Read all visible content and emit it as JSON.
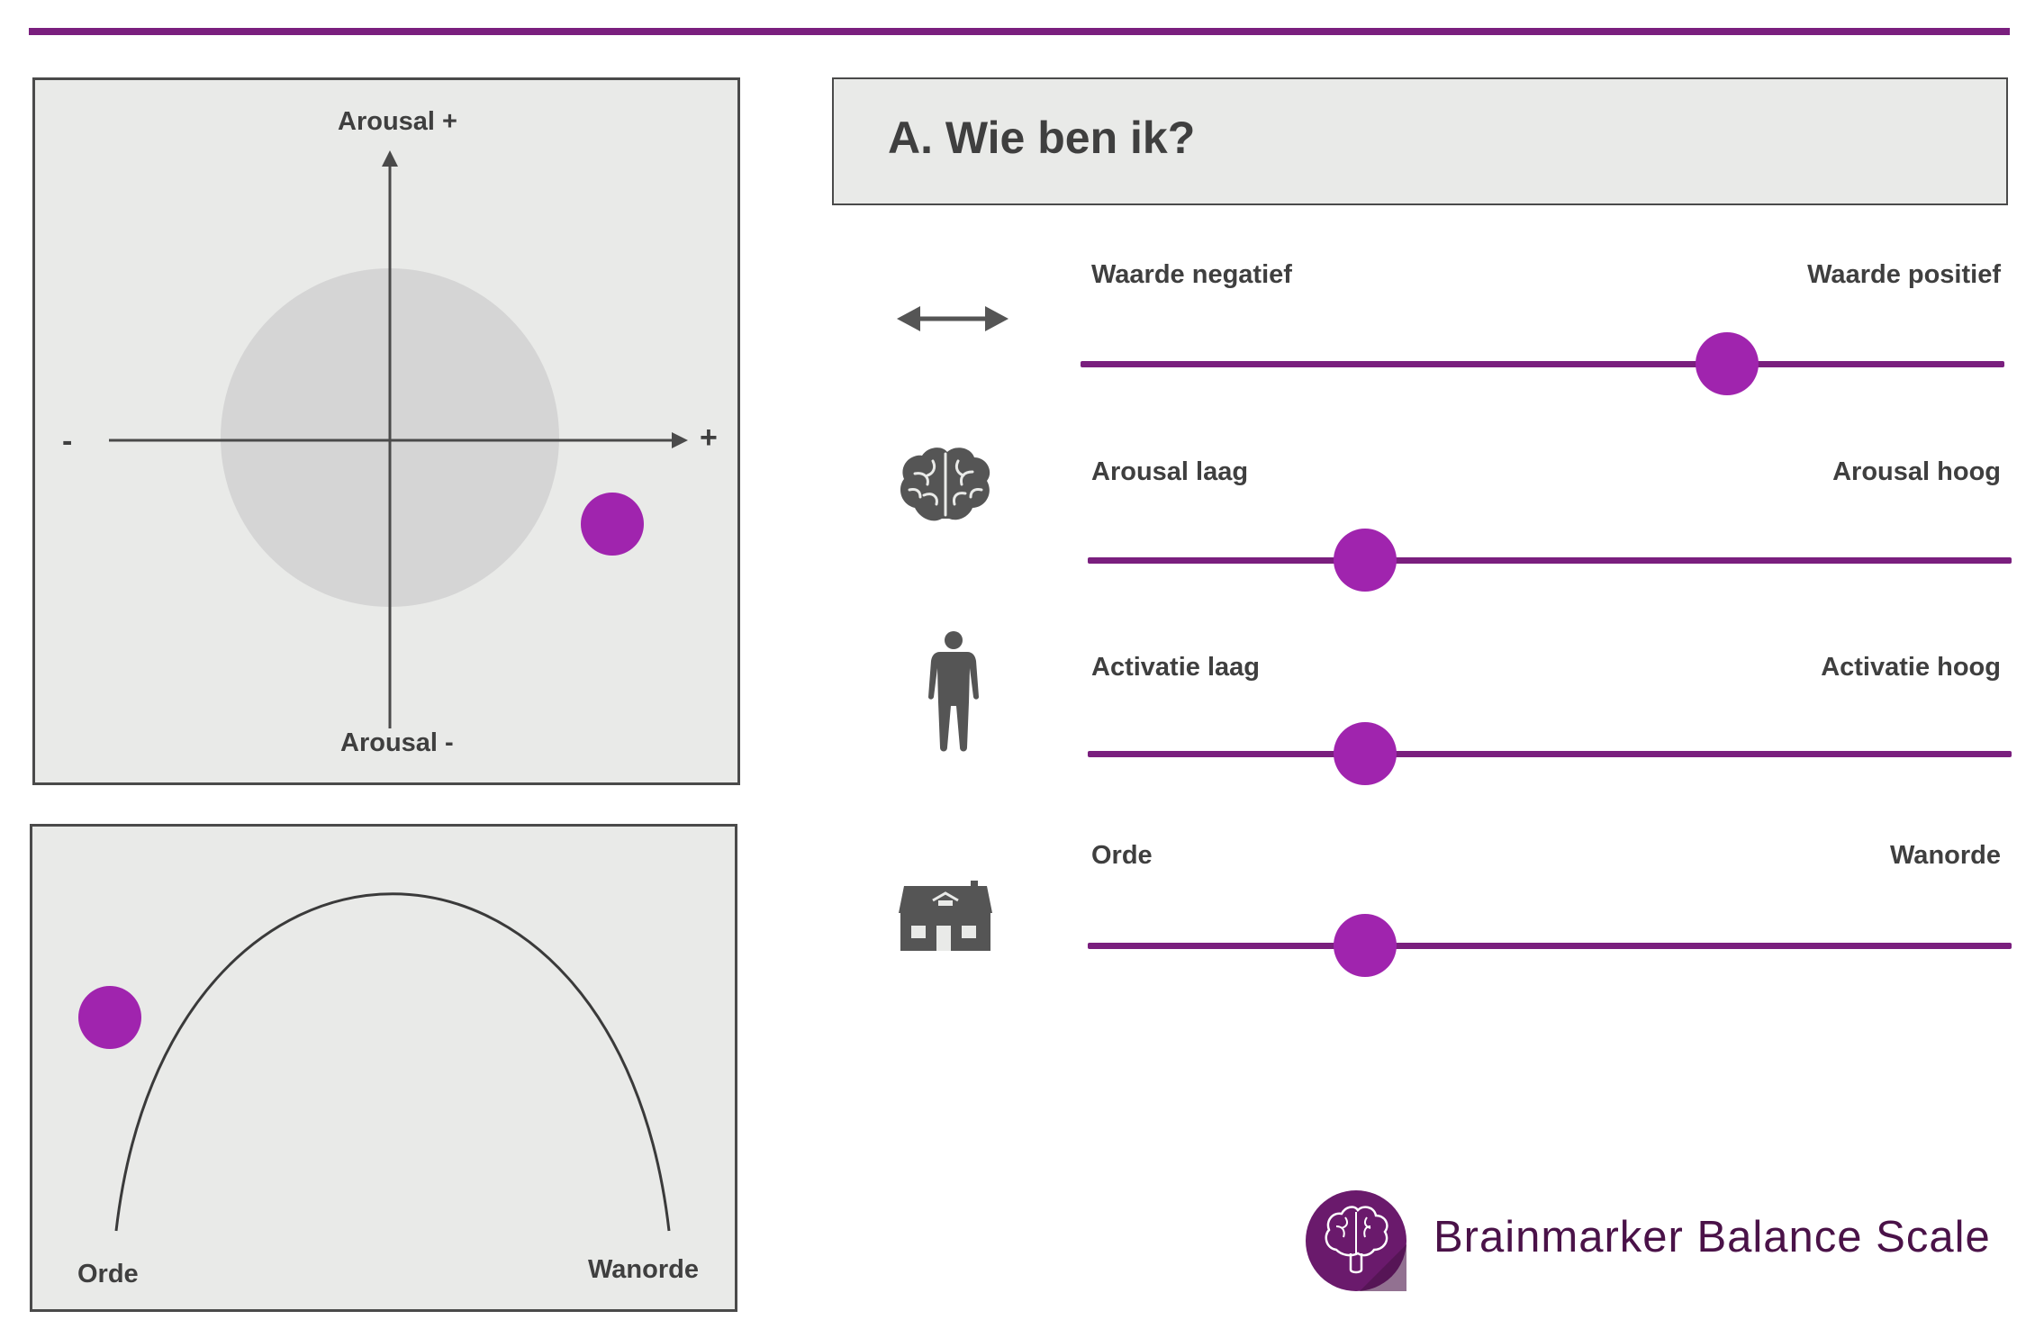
{
  "quadrant": {
    "top_label": "Arousal +",
    "bottom_label": "Arousal -",
    "left_label": "-",
    "right_label": "+"
  },
  "curve": {
    "left_label": "Orde",
    "right_label": "Wanorde"
  },
  "header": {
    "title": "A. Wie ben ik?"
  },
  "sliders": [
    {
      "icon": "double-arrow-icon",
      "left_label": "Waarde negatief",
      "right_label": "Waarde positief",
      "value": 0.7
    },
    {
      "icon": "brain-icon",
      "left_label": "Arousal laag",
      "right_label": "Arousal hoog",
      "value": 0.3
    },
    {
      "icon": "human-body-icon",
      "left_label": "Activatie laag",
      "right_label": "Activatie hoog",
      "value": 0.3
    },
    {
      "icon": "house-icon",
      "left_label": "Orde",
      "right_label": "Wanorde",
      "value": 0.3
    }
  ],
  "brand": {
    "name": "Brainmarker Balance Scale"
  },
  "colors": {
    "accent": "#7a1f7e",
    "knob": "#a024ae",
    "panel": "#e9eae8",
    "text": "#3f3f3f"
  }
}
